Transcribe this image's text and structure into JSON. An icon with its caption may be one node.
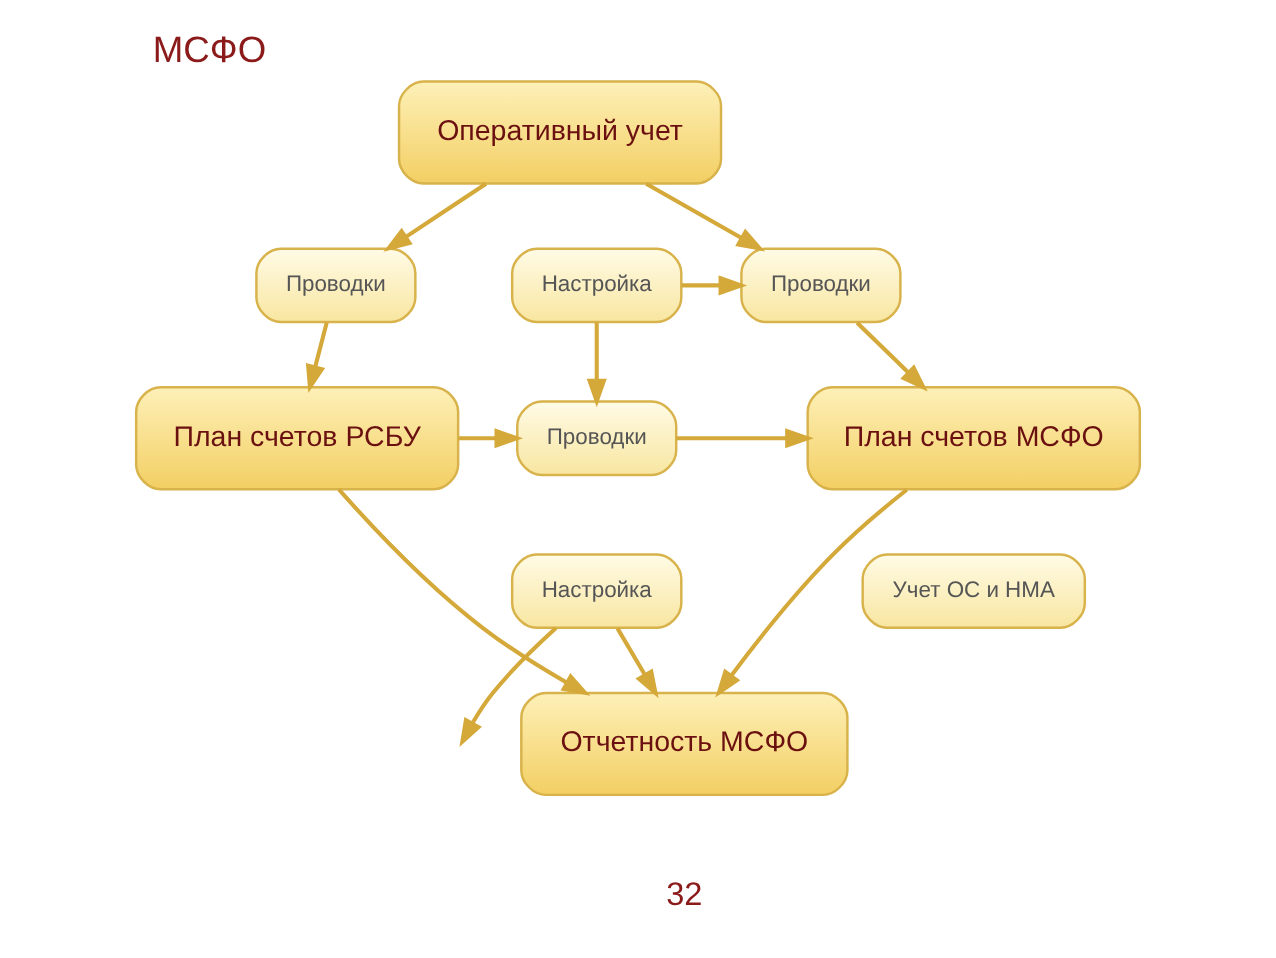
{
  "diagram": {
    "title": "МСФО",
    "nodes": [
      {
        "text": [
          "Оперативный учет"
        ]
      },
      {
        "text": [
          "Проводки"
        ]
      },
      {
        "text": [
          "Настройка"
        ]
      },
      {
        "text": [
          "Проводки"
        ]
      },
      {
        "text": [
          "План счетов РСБУ"
        ]
      },
      {
        "text": [
          "Проводки"
        ]
      },
      {
        "text": [
          "План счетов МСФО"
        ]
      },
      {
        "text": [
          "Учет ОС и НМА"
        ]
      },
      {
        "text": [
          "Настройка"
        ]
      },
      {
        "text": [
          "Отчетность МСФО"
        ]
      }
    ],
    "edges": [
      {
        "from": 0,
        "to": 1,
        "arrow": "to"
      },
      {
        "from": 0,
        "to": 3,
        "arrow": "to"
      },
      {
        "from": 2,
        "to": 3,
        "arrow": "to"
      },
      {
        "from": 1,
        "to": 4,
        "arrow": "to"
      },
      {
        "from": 2,
        "to": 5,
        "arrow": "to"
      },
      {
        "from": 3,
        "to": 6,
        "arrow": "to"
      },
      {
        "from": 4,
        "to": 5,
        "arrow": "to"
      },
      {
        "from": 5,
        "to": 6,
        "arrow": "to"
      },
      {
        "from": 6,
        "to": 9,
        "arrow": "to"
      },
      {
        "from": 8,
        "to": null,
        "arrow": "to"
      },
      {
        "from": 8,
        "to": 9,
        "arrow": "to"
      },
      {
        "from": 4,
        "to": 9,
        "arrow": "to"
      }
    ],
    "labels": [
      "32"
    ]
  }
}
